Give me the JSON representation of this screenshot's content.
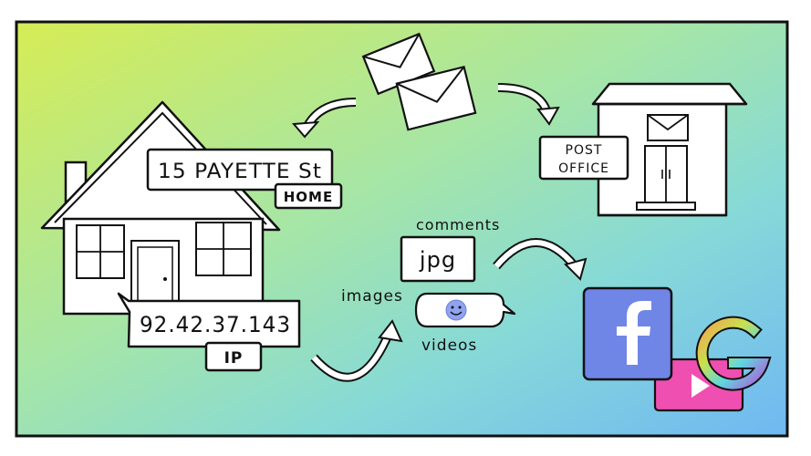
{
  "labels": {
    "street_address": "15 PAYETTE St",
    "home_tag": "HOME",
    "ip_address": "92.42.37.143",
    "ip_tag": "IP",
    "post_office_line1": "POST",
    "post_office_line2": "OFFICE",
    "comments": "comments",
    "jpg": "jpg",
    "images": "images",
    "videos": "videos"
  },
  "icons": [
    "envelope-icon",
    "house-icon",
    "post-office-icon",
    "smiley-icon",
    "facebook-icon",
    "youtube-play-icon",
    "google-icon"
  ],
  "colors": {
    "background_green": "#cfe95a",
    "background_mint": "#9fe3b2",
    "background_blue": "#78c4f0",
    "facebook_blue": "#6f86e6",
    "youtube_pink": "#ef4fb0",
    "smiley_blue": "#8fa3f0"
  }
}
